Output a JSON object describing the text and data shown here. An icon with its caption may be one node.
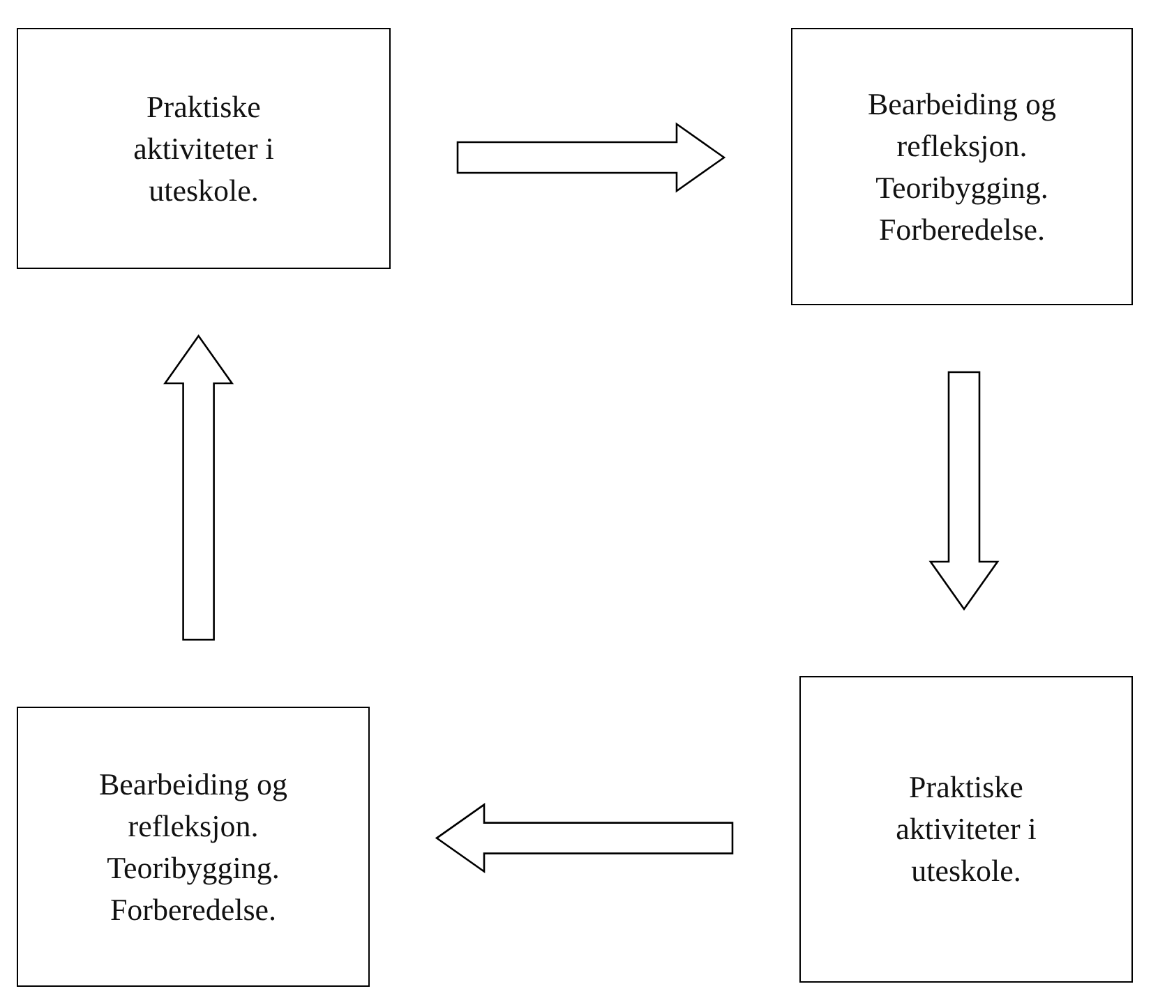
{
  "diagram": {
    "nodes": [
      {
        "text": [
          "Praktiske aktiviteter i uteskole."
        ]
      },
      {
        "text": [
          "Bearbeiding og refleksjon. Teoribygging. Forberedelse."
        ]
      },
      {
        "text": [
          "Praktiske aktiviteter i uteskole."
        ]
      },
      {
        "text": [
          "Bearbeiding og refleksjon. Teoribygging. Forberedelse."
        ]
      }
    ],
    "edges": [
      {
        "from": 0,
        "to": 1,
        "arrow": "to"
      },
      {
        "from": 1,
        "to": 2,
        "arrow": "to"
      },
      {
        "from": 2,
        "to": 3,
        "arrow": "to"
      },
      {
        "from": 3,
        "to": 0,
        "arrow": "to"
      }
    ]
  }
}
